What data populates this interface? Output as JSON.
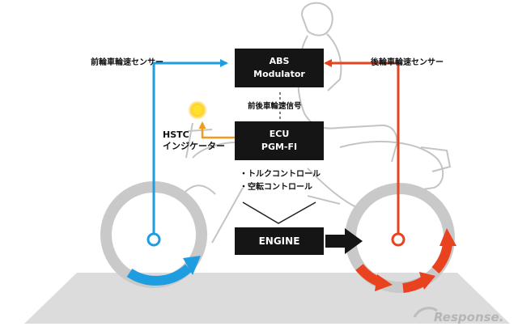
{
  "labels": {
    "front_sensor": "前輪車輪速センサー",
    "rear_sensor": "後輪車輪速センサー",
    "abs_line1": "ABS",
    "abs_line2": "Modulator",
    "wheel_speed_signal": "前後車輪速信号",
    "hstc_line1": "HSTC",
    "hstc_line2": "インジケーター",
    "ecu_line1": "ECU",
    "ecu_line2": "PGM-FI",
    "traction_control": "・トルクコントロール",
    "slip_control": "・空転コントロール",
    "engine": "ENGINE"
  },
  "watermark": "Response.",
  "colors": {
    "front_blue": "#1e9de0",
    "rear_red": "#e8421f",
    "indicator_orange": "#f29a1e",
    "box_black": "#151515",
    "silhouette_gray": "#c9c9c9",
    "ground_gray": "#dcdcdc"
  }
}
